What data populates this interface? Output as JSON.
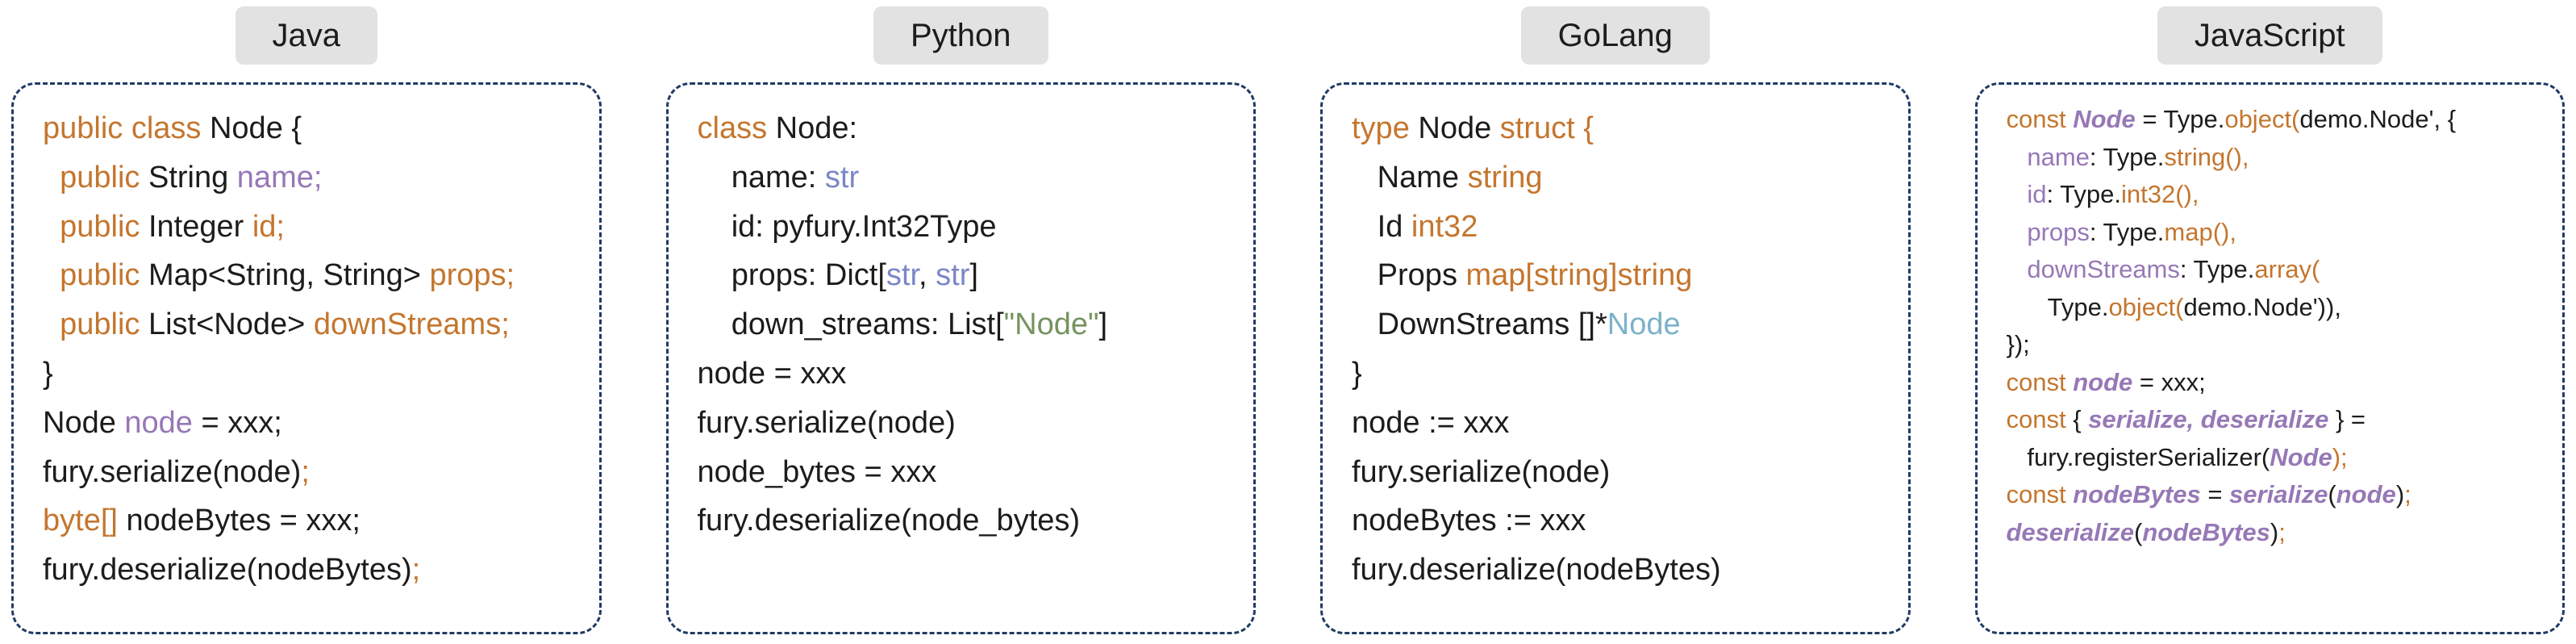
{
  "palette": {
    "keyword": "#c4762e",
    "plain": "#1c1c1c",
    "identifier": "#9678b6",
    "type_blue": "#7b86c8",
    "string_green": "#76935f",
    "go_type": "#7cb2c9",
    "panel_border": "#1f3b63",
    "pill_bg": "#e2e2e2"
  },
  "panels": [
    {
      "label": "Java",
      "lines": [
        [
          {
            "t": "public class ",
            "c": "k"
          },
          {
            "t": "Node {",
            "c": "p"
          }
        ],
        [
          {
            "t": "  ",
            "c": "p"
          },
          {
            "t": "public ",
            "c": "k"
          },
          {
            "t": "String ",
            "c": "p"
          },
          {
            "t": "name;",
            "c": "id"
          }
        ],
        [
          {
            "t": "  ",
            "c": "p"
          },
          {
            "t": "public ",
            "c": "k"
          },
          {
            "t": "Integer ",
            "c": "p"
          },
          {
            "t": "id;",
            "c": "k"
          }
        ],
        [
          {
            "t": "  ",
            "c": "p"
          },
          {
            "t": "public ",
            "c": "k"
          },
          {
            "t": "Map<String, String> ",
            "c": "p"
          },
          {
            "t": "props;",
            "c": "k"
          }
        ],
        [
          {
            "t": "  ",
            "c": "p"
          },
          {
            "t": "public ",
            "c": "k"
          },
          {
            "t": "List<Node> ",
            "c": "p"
          },
          {
            "t": "downStreams;",
            "c": "k"
          }
        ],
        [
          {
            "t": "}",
            "c": "p"
          }
        ],
        [
          {
            "t": "Node ",
            "c": "p"
          },
          {
            "t": "node ",
            "c": "id"
          },
          {
            "t": "= xxx;",
            "c": "p"
          }
        ],
        [
          {
            "t": "fury.serialize(node)",
            "c": "p"
          },
          {
            "t": ";",
            "c": "k"
          }
        ],
        [
          {
            "t": "byte[] ",
            "c": "k"
          },
          {
            "t": "nodeBytes = xxx;",
            "c": "p"
          }
        ],
        [
          {
            "t": "fury.deserialize(nodeBytes)",
            "c": "p"
          },
          {
            "t": ";",
            "c": "k"
          }
        ]
      ]
    },
    {
      "label": "Python",
      "lines": [
        [
          {
            "t": "class ",
            "c": "k"
          },
          {
            "t": "Node:",
            "c": "p"
          }
        ],
        [
          {
            "t": "    name: ",
            "c": "p"
          },
          {
            "t": "str",
            "c": "t"
          }
        ],
        [
          {
            "t": "    id: pyfury.Int32Type",
            "c": "p"
          }
        ],
        [
          {
            "t": "    props: Dict[",
            "c": "p"
          },
          {
            "t": "str",
            "c": "t"
          },
          {
            "t": ", ",
            "c": "p"
          },
          {
            "t": "str",
            "c": "t"
          },
          {
            "t": "]",
            "c": "p"
          }
        ],
        [
          {
            "t": "    down_streams: List[",
            "c": "p"
          },
          {
            "t": "\"Node\"",
            "c": "s"
          },
          {
            "t": "]",
            "c": "p"
          }
        ],
        [
          {
            "t": "node = xxx",
            "c": "p"
          }
        ],
        [
          {
            "t": "fury.serialize(node)",
            "c": "p"
          }
        ],
        [
          {
            "t": "node_bytes = xxx",
            "c": "p"
          }
        ],
        [
          {
            "t": "fury.deserialize(node_bytes)",
            "c": "p"
          }
        ]
      ]
    },
    {
      "label": "GoLang",
      "lines": [
        [
          {
            "t": "type ",
            "c": "k"
          },
          {
            "t": "Node ",
            "c": "p"
          },
          {
            "t": "struct {",
            "c": "k"
          }
        ],
        [
          {
            "t": "   Name ",
            "c": "p"
          },
          {
            "t": "string",
            "c": "k"
          }
        ],
        [
          {
            "t": "   Id ",
            "c": "p"
          },
          {
            "t": "int32",
            "c": "k"
          }
        ],
        [
          {
            "t": "   Props ",
            "c": "p"
          },
          {
            "t": "map[string]string",
            "c": "k"
          }
        ],
        [
          {
            "t": "   DownStreams []*",
            "c": "p"
          },
          {
            "t": "Node",
            "c": "g"
          }
        ],
        [
          {
            "t": "}",
            "c": "p"
          }
        ],
        [
          {
            "t": "node := xxx",
            "c": "p"
          }
        ],
        [
          {
            "t": "fury.serialize(node)",
            "c": "p"
          }
        ],
        [
          {
            "t": "nodeBytes := xxx",
            "c": "p"
          }
        ],
        [
          {
            "t": "fury.deserialize(nodeBytes)",
            "c": "p"
          }
        ]
      ]
    },
    {
      "label": "JavaScript",
      "lines": [
        [
          {
            "t": "const ",
            "c": "k"
          },
          {
            "t": "Node ",
            "c": "b"
          },
          {
            "t": "= Type.",
            "c": "p"
          },
          {
            "t": "object(",
            "c": "k"
          },
          {
            "t": "demo.Node', {",
            "c": "p"
          }
        ],
        [
          {
            "t": "   ",
            "c": "p"
          },
          {
            "t": "name",
            "c": "id"
          },
          {
            "t": ": Type.",
            "c": "p"
          },
          {
            "t": "string(),",
            "c": "k"
          }
        ],
        [
          {
            "t": "   ",
            "c": "p"
          },
          {
            "t": "id",
            "c": "id"
          },
          {
            "t": ": Type.",
            "c": "p"
          },
          {
            "t": "int32(),",
            "c": "k"
          }
        ],
        [
          {
            "t": "   ",
            "c": "p"
          },
          {
            "t": "props",
            "c": "id"
          },
          {
            "t": ": Type.",
            "c": "p"
          },
          {
            "t": "map(),",
            "c": "k"
          }
        ],
        [
          {
            "t": "   ",
            "c": "p"
          },
          {
            "t": "downStreams",
            "c": "id"
          },
          {
            "t": ": Type.",
            "c": "p"
          },
          {
            "t": "array(",
            "c": "k"
          }
        ],
        [
          {
            "t": "      Type.",
            "c": "p"
          },
          {
            "t": "object(",
            "c": "k"
          },
          {
            "t": "demo.Node')),",
            "c": "p"
          }
        ],
        [
          {
            "t": "});",
            "c": "p"
          }
        ],
        [
          {
            "t": "const ",
            "c": "k"
          },
          {
            "t": "node ",
            "c": "b"
          },
          {
            "t": "= xxx;",
            "c": "p"
          }
        ],
        [
          {
            "t": "const ",
            "c": "k"
          },
          {
            "t": "{ ",
            "c": "p"
          },
          {
            "t": "serialize, deserialize",
            "c": "b"
          },
          {
            "t": " } =",
            "c": "p"
          }
        ],
        [
          {
            "t": "   fury.registerSerializer(",
            "c": "p"
          },
          {
            "t": "Node",
            "c": "b"
          },
          {
            "t": ");",
            "c": "k"
          }
        ],
        [
          {
            "t": "const ",
            "c": "k"
          },
          {
            "t": "nodeBytes ",
            "c": "b"
          },
          {
            "t": "= ",
            "c": "p"
          },
          {
            "t": "serialize",
            "c": "b"
          },
          {
            "t": "(",
            "c": "p"
          },
          {
            "t": "node",
            "c": "b"
          },
          {
            "t": ")",
            "c": "p"
          },
          {
            "t": ";",
            "c": "k"
          }
        ],
        [
          {
            "t": "deserialize",
            "c": "b"
          },
          {
            "t": "(",
            "c": "p"
          },
          {
            "t": "nodeBytes",
            "c": "b"
          },
          {
            "t": ")",
            "c": "p"
          },
          {
            "t": ";",
            "c": "k"
          }
        ]
      ]
    }
  ]
}
